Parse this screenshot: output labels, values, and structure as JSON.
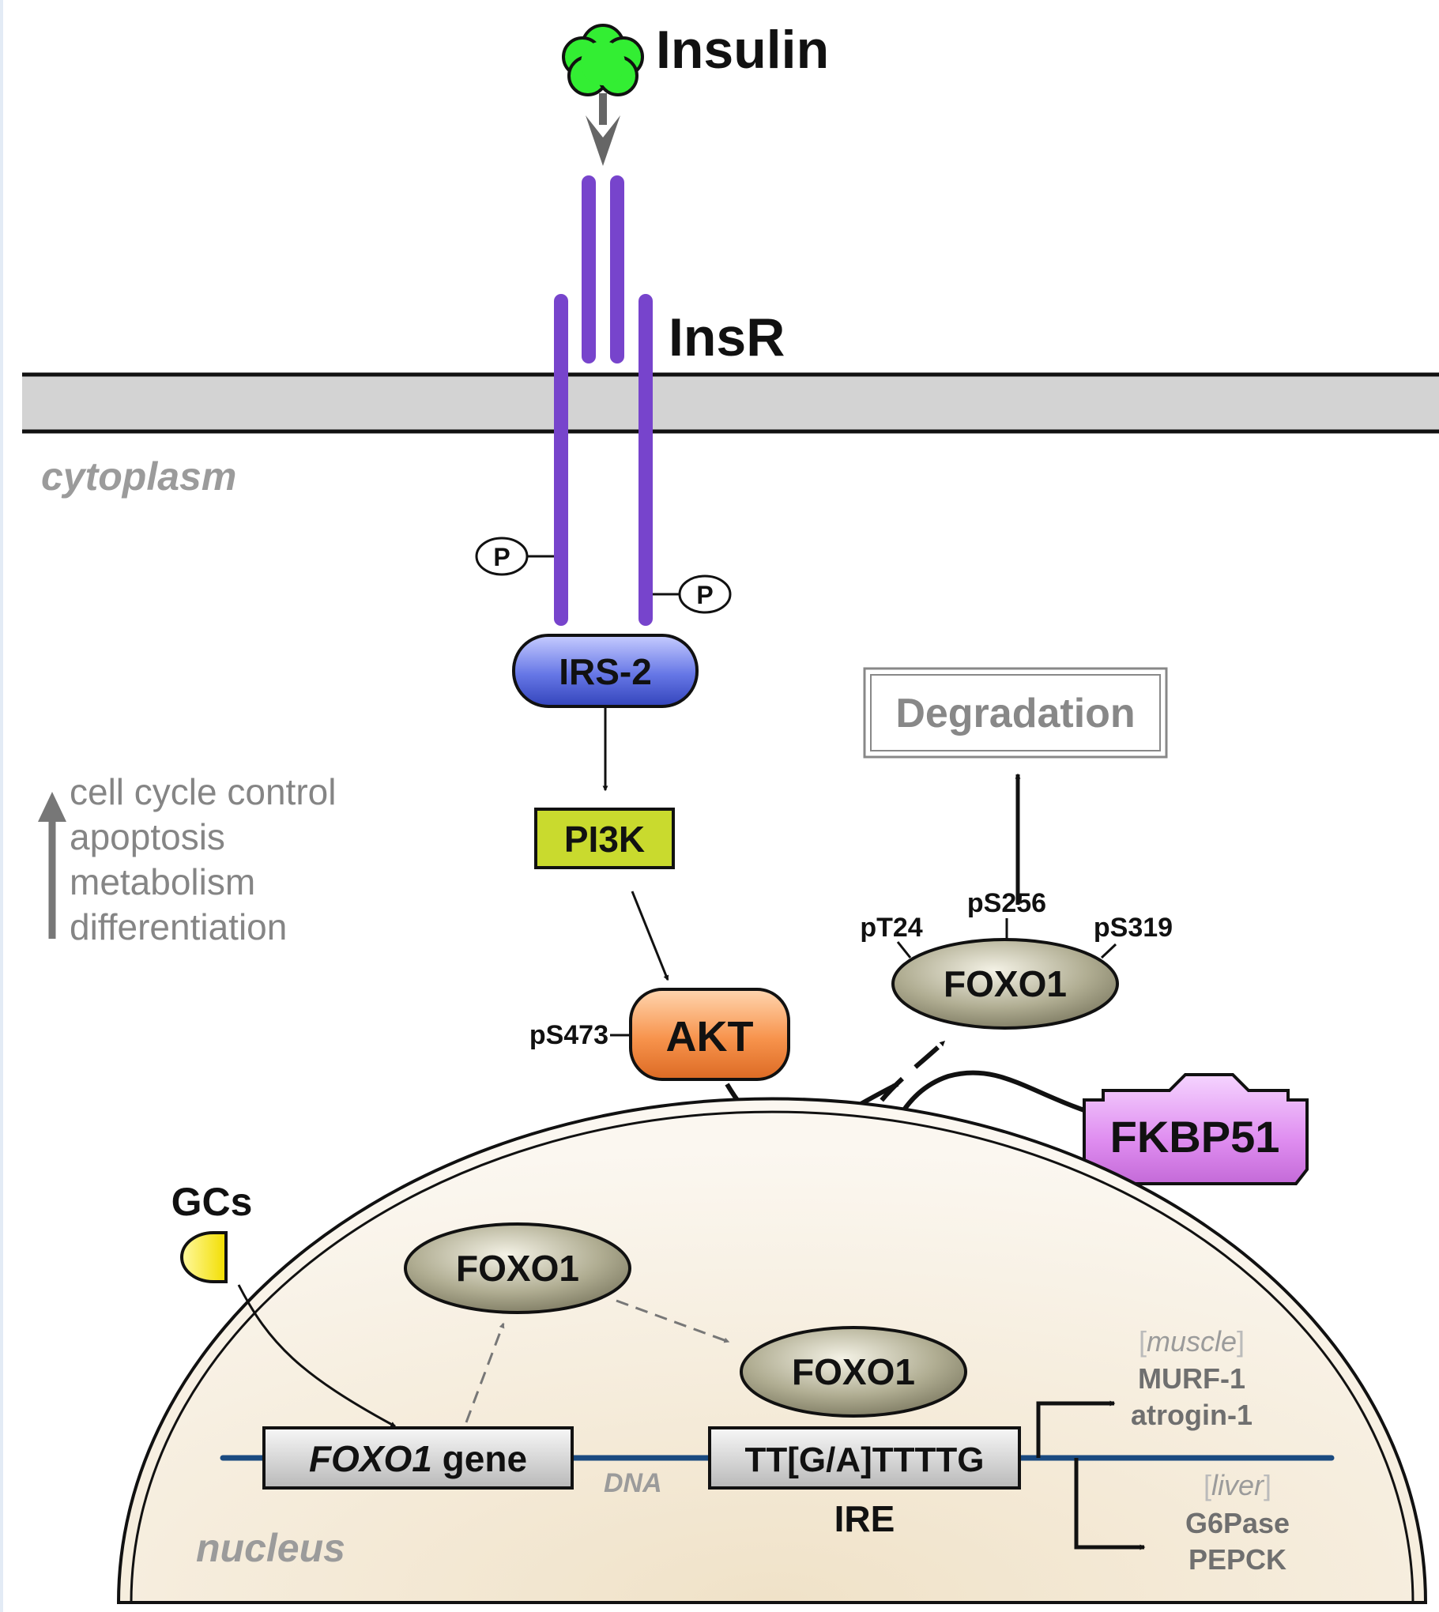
{
  "insulin": {
    "label": "Insulin"
  },
  "receptor": {
    "label": "InsR"
  },
  "compartments": {
    "cytoplasm": "cytoplasm",
    "nucleus": "nucleus",
    "dna": "DNA"
  },
  "phospho": {
    "p_left": "P",
    "p_right": "P"
  },
  "irs2": {
    "label": "IRS-2"
  },
  "pi3k": {
    "label": "PI3K"
  },
  "akt": {
    "label": "AKT",
    "site": "pS473"
  },
  "foxo_cyto": {
    "label": "FOXO1",
    "sites": [
      "pT24",
      "pS256",
      "pS319"
    ]
  },
  "degradation": {
    "label": "Degradation"
  },
  "fkbp51": {
    "label": "FKBP51"
  },
  "effects": {
    "items": [
      "cell cycle control",
      "apoptosis",
      "metabolism",
      "differentiation"
    ]
  },
  "gcs": {
    "label": "GCs"
  },
  "foxo_nuclear_1": {
    "label": "FOXO1"
  },
  "foxo_nuclear_2": {
    "label": "FOXO1"
  },
  "foxo1_gene": {
    "italic": "FOXO1",
    "rest": " gene"
  },
  "ire": {
    "sequence": "TT[G/A]TTTTG",
    "label": "IRE"
  },
  "targets": {
    "muscle": {
      "open": "[",
      "tissue": "muscle",
      "close": "]",
      "genes": [
        "MURF-1",
        "atrogin-1"
      ]
    },
    "liver": {
      "open": "[",
      "tissue": "liver",
      "close": "]",
      "genes": [
        "G6Pase",
        "PEPCK"
      ]
    }
  },
  "colors": {
    "insulin": "#22ee22",
    "receptor": "#7744cc",
    "irs2": "#5566dd",
    "pi3k": "#c7d82c",
    "akt": "#f5904a",
    "foxo": "#8a8a6e",
    "fkbp51": "#dd88ee",
    "gcs": "#ffee22",
    "dna": "#1a4a80",
    "nucleus": "#f2e8d8"
  }
}
